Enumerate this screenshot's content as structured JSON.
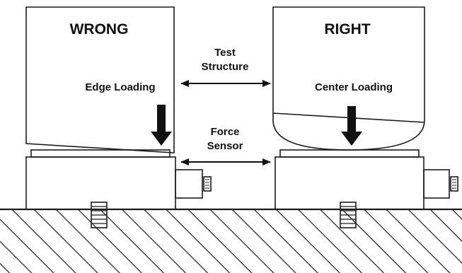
{
  "panels": {
    "left": {
      "title": "WRONG",
      "caption": "Edge Loading"
    },
    "right": {
      "title": "RIGHT",
      "caption": "Center Loading"
    }
  },
  "middle": {
    "test_structure": [
      "Test",
      "Structure"
    ],
    "force_sensor": [
      "Force",
      "Sensor"
    ]
  },
  "colors": {
    "fill_gray": "#e2e2e2",
    "pad_gray": "#c4c4c4",
    "stroke": "#1a1a1a",
    "background": "#ffffff"
  }
}
